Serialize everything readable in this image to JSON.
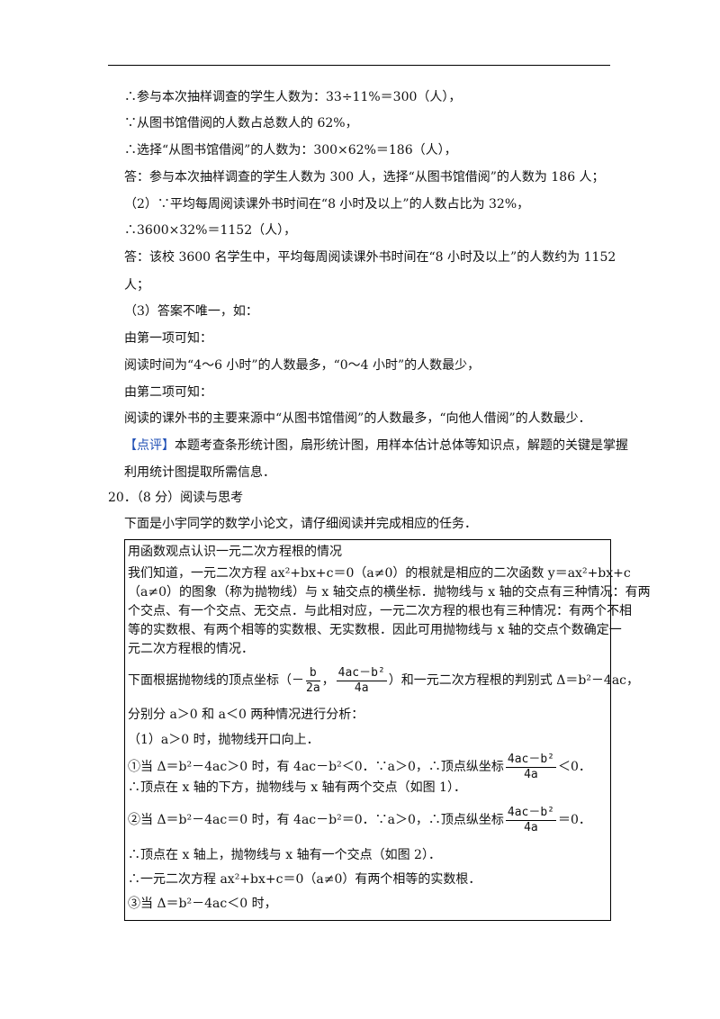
{
  "lines": [
    "∴参与本次抽样调查的学生人数为：33÷11%＝300（人），",
    "∵从图书馆借阅的人数占总数人的 62%，",
    "∴选择“从图书馆借阅”的人数为：300×62%＝186（人），",
    "答：参与本次抽样调查的学生人数为 300 人，选择“从图书馆借阅”的人数为 186 人；",
    "（2）∵平均每周阅读课外书时间在“8 小时及以上”的人数占比为 32%，",
    "∴3600×32%＝1152（人），",
    "答：该校 3600 名学生中，平均每周阅读课外书时间在“8 小时及以上”的人数约为 1152",
    "人；",
    "（3）答案不唯一，如：",
    "由第一项可知：",
    "阅读时间为“4～6 小时”的人数最多，“0～4 小时”的人数最少，",
    "由第二项可知：",
    "阅读的课外书的主要来源中“从图书馆借阅”的人数最多，“向他人借阅”的人数最少．"
  ],
  "review": {
    "tag": "【点评】",
    "text1": "本题考查条形统计图，扇形统计图，用样本估计总体等知识点，解题的关键是掌握",
    "text2": "利用统计图提取所需信息．"
  },
  "question": {
    "header": "20．（8 分）阅读与思考",
    "intro": "下面是小宇同学的数学小论文，请仔细阅读并完成相应的任务．"
  },
  "essay": {
    "title": "用函数观点认识一元二次方程根的情况",
    "p1": [
      "我们知道，一元二次方程 ax²+bx+c＝0（a≠0）的根就是相应的二次函数 y＝ax²+bx+c",
      "（a≠0）的图象（称为抛物线）与 x 轴交点的横坐标．抛物线与 x 轴的交点有三种情况：有两",
      "个交点、有一个交点、无交点．与此相对应，一元二次方程的根也有三种情况：有两个不相",
      "等的实数根、有两个相等的实数根、无实数根．因此可用抛物线与 x 轴的交点个数确定一",
      "元二次方程根的情况．"
    ],
    "vertex_pre": "下面根据抛物线的顶点坐标（－",
    "vertex_f1_num": "b",
    "vertex_f1_den": "2a",
    "vertex_comma": "，",
    "vertex_f2_num": "4ac－b²",
    "vertex_f2_den": "4a",
    "vertex_post": "）和一元二次方程根的判别式 Δ＝b²－4ac，",
    "split": "分别分 a＞0 和 a＜0 两种情况进行分析：",
    "case1": "（1）a＞0 时，抛物线开口向上．",
    "c1_pre": "①当 Δ＝b²－4ac＞0 时，有 4ac－b²＜0．∵a＞0，∴顶点纵坐标",
    "c1_num": "4ac－b²",
    "c1_den": "4a",
    "c1_post": "＜0．",
    "c1_res": "∴顶点在 x 轴的下方，抛物线与 x 轴有两个交点（如图 1）．",
    "c2_pre": "②当 Δ＝b²－4ac＝0 时，有 4ac－b²＝0．∵a＞0，∴顶点纵坐标",
    "c2_num": "4ac－b²",
    "c2_den": "4a",
    "c2_post": "＝0．",
    "c2_res": "∴顶点在 x 轴上，抛物线与 x 轴有一个交点（如图 2）．",
    "c2_res2": "∴一元二次方程 ax²+bx+c＝0（a≠0）有两个相等的实数根．",
    "c3": "③当 Δ＝b²－4ac＜0 时，"
  }
}
